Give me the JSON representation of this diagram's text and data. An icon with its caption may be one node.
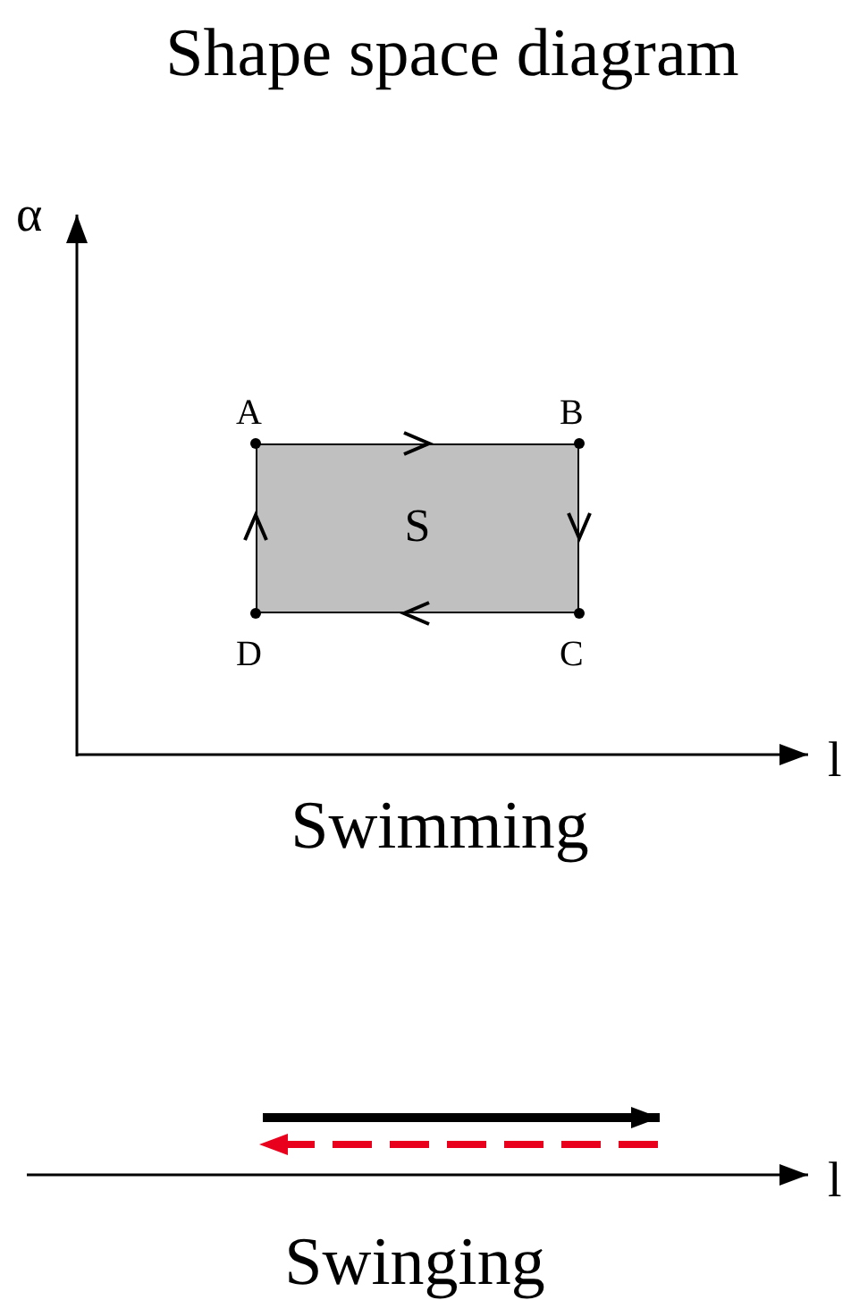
{
  "diagram": {
    "title": "Shape space diagram",
    "nodes": [
      {
        "text": [
          "S"
        ]
      }
    ],
    "labels": [
      "α",
      "A",
      "B",
      "D",
      "C",
      "l",
      "Swimming",
      "l",
      "Swinging"
    ]
  }
}
